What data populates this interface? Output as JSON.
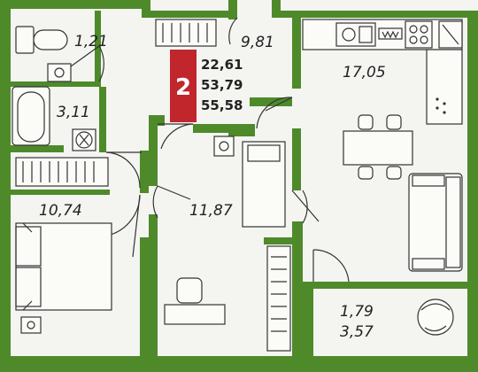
{
  "apartment": {
    "rooms_count": "2",
    "badge_color": "#c0262c",
    "wall_color": "#4e8a2a",
    "areas": [
      "22,61",
      "53,79",
      "55,58"
    ]
  },
  "rooms": {
    "toilet": "1,21",
    "bathroom": "3,11",
    "hall": "9,81",
    "kitchen_living": "17,05",
    "bedroom_left": "10,74",
    "bedroom_center": "11,87",
    "balcony_area": "1,79",
    "balcony_total": "3,57"
  },
  "icons": [
    "toilet-icon",
    "sink-icon",
    "bathtub-icon",
    "washing-machine-icon",
    "stove-icon",
    "kitchen-sink-icon",
    "dining-table-icon",
    "sofa-icon",
    "double-bed-icon",
    "single-bed-icon",
    "desk-chair-icon",
    "wardrobe-icon",
    "armchair-icon"
  ]
}
